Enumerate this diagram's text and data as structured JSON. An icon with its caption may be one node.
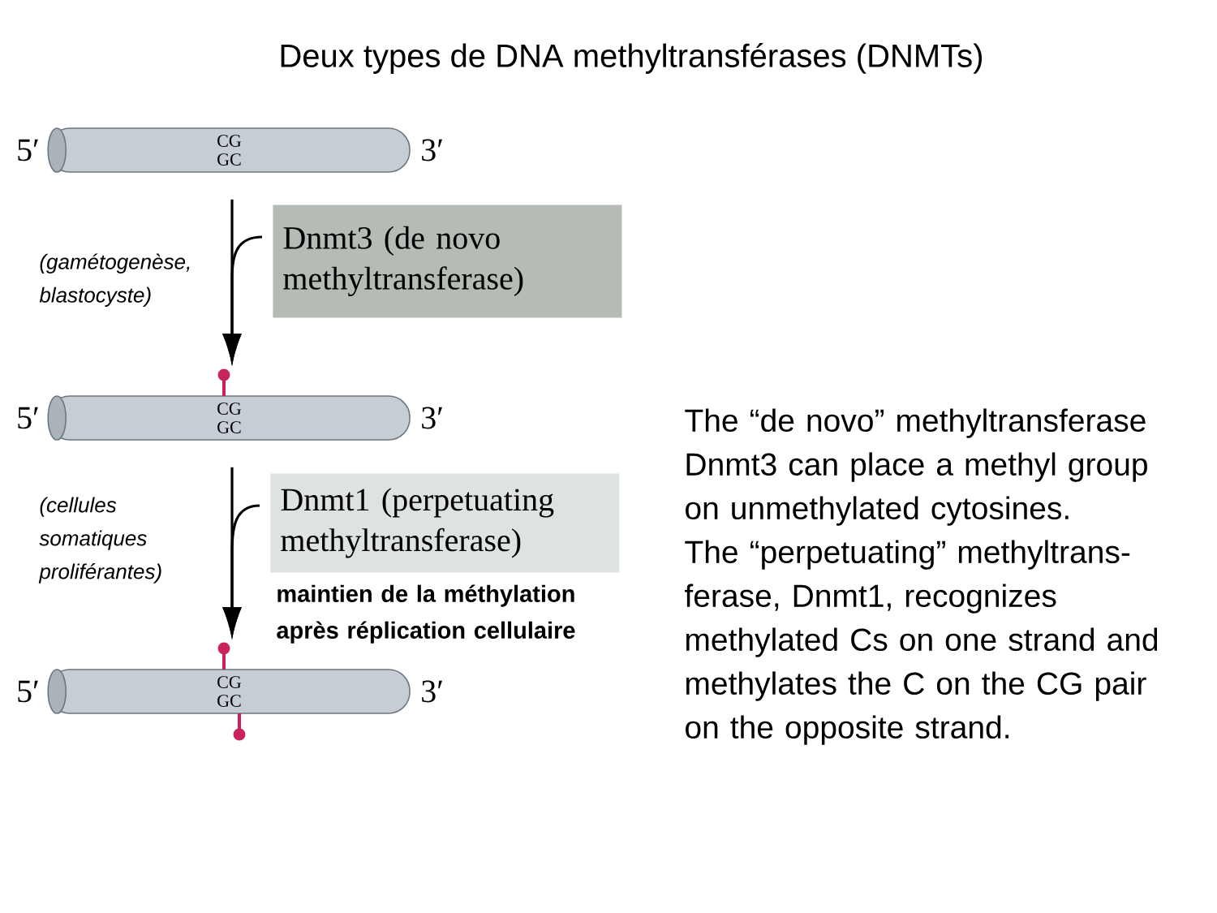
{
  "diagram": {
    "title": "Deux types de DNA methyltransférases (DNMTs)",
    "nodes": [
      {
        "text": [
          "CG",
          "GC"
        ],
        "beside": [
          "5′",
          "3′"
        ]
      },
      {
        "text": [
          "Dnmt3 (de novo methyltransferase)"
        ]
      },
      {
        "text": [
          "CG",
          "GC"
        ],
        "beside": [
          "5′",
          "3′"
        ]
      },
      {
        "text": [
          "Dnmt1 (perpetuating methyltransferase)"
        ]
      },
      {
        "text": [
          "CG",
          "GC"
        ],
        "beside": [
          "5′",
          "3′"
        ]
      }
    ],
    "edges": [
      {
        "from": 0,
        "to": 2,
        "arrow": "to",
        "label": "(gamétogenèse, blastocyste)"
      },
      {
        "from": 1,
        "to": 2,
        "arrow": "to"
      },
      {
        "from": 2,
        "to": 4,
        "arrow": "to",
        "label": "(cellules somatiques proliférantes)"
      },
      {
        "from": 3,
        "to": 4,
        "arrow": "to"
      }
    ],
    "labels": [
      "maintien de la méthylation après réplication cellulaire",
      "The “de novo” methyltransferase Dnmt3 can place a methyl group on unmethylated cytosines. The “perpetuating” methyltrans- ferase, Dnmt1, recognizes methylated Cs on one strand and methylates the C on the CG pair on the opposite strand."
    ]
  }
}
